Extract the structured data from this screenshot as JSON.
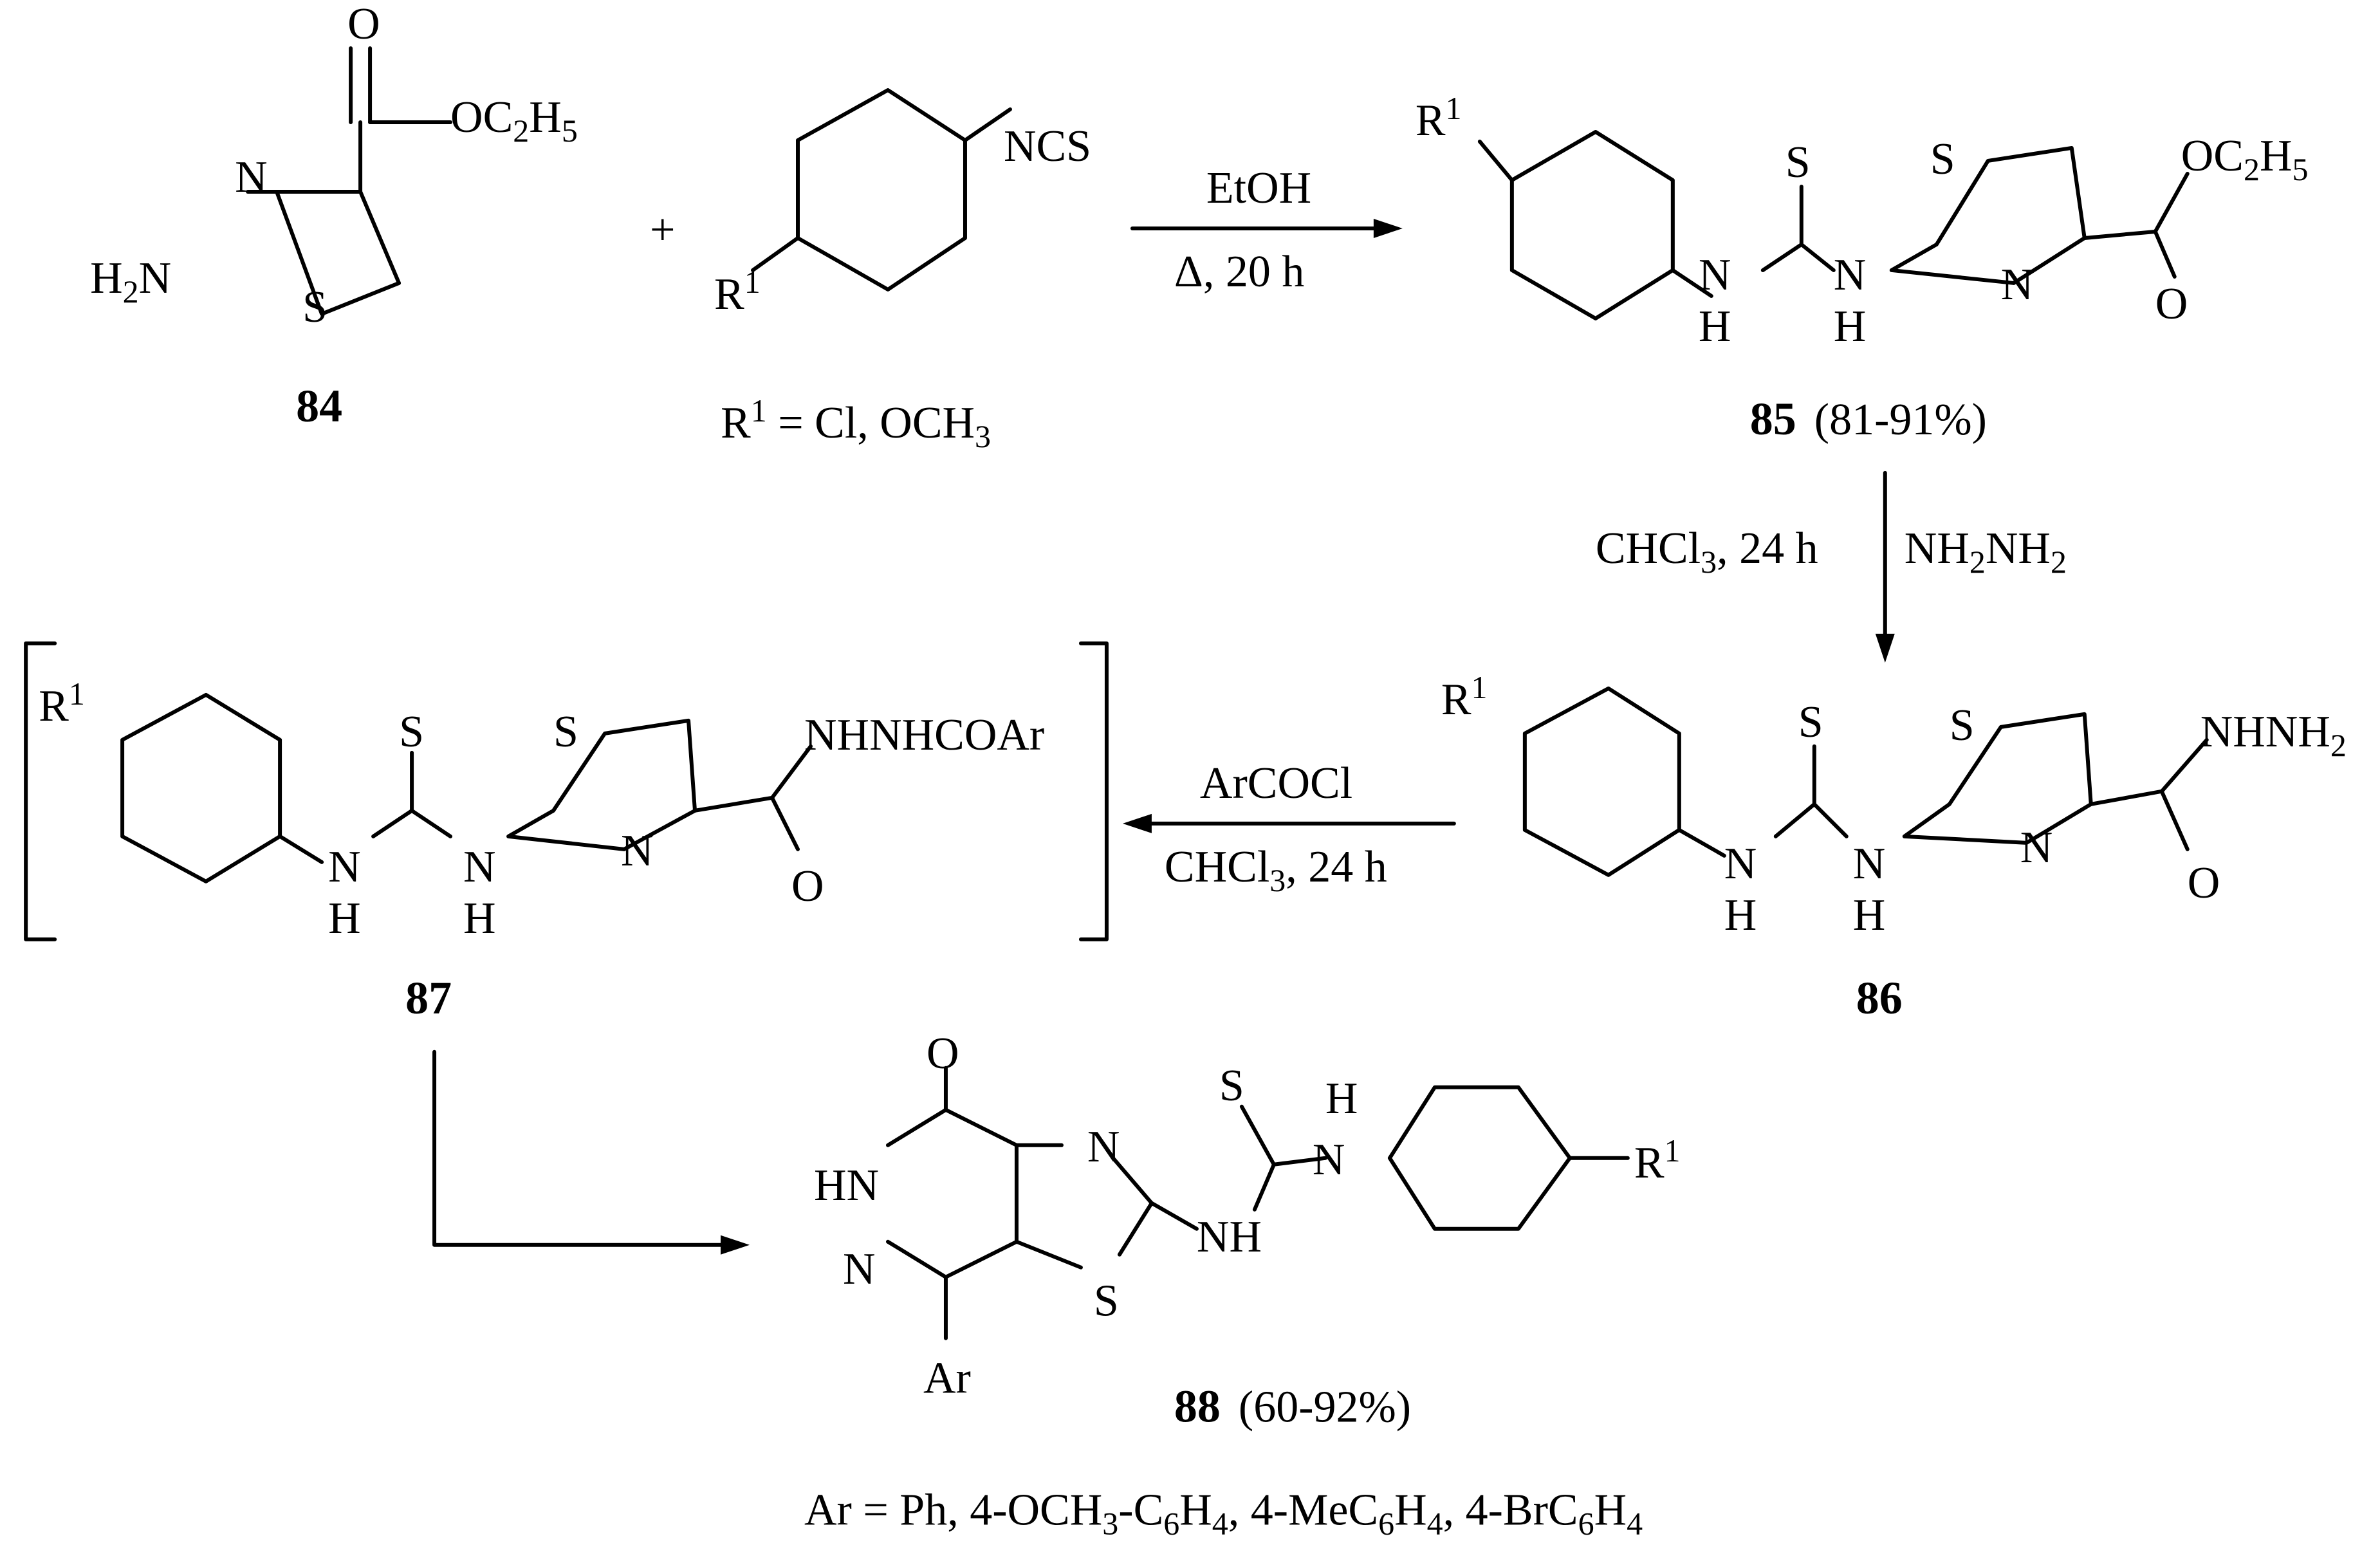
{
  "compounds": {
    "c84": {
      "number": "84",
      "ester": "OC2H5",
      "amine": "H2N"
    },
    "isothiocyanate": {
      "group": "NCS",
      "substituent": "R1",
      "r_definition": "R1 = Cl, OCH3"
    },
    "c85": {
      "number": "85",
      "yield": "(81-91%)"
    },
    "c86": {
      "number": "86",
      "terminal": "NHNH2"
    },
    "c87": {
      "number": "87",
      "terminal": "NHNHCOAr"
    },
    "c88": {
      "number": "88",
      "yield": "(60-92%)",
      "ar_definition": "Ar = Ph, 4-OCH3-C6H4, 4-MeC6H4, 4-BrC6H4"
    }
  },
  "reagents": {
    "step1": {
      "plus": "+",
      "top": "EtOH",
      "bottom": "Δ, 20 h"
    },
    "step2": {
      "left": "CHCl3, 24 h",
      "right": "NH2NH2"
    },
    "step3": {
      "top": "ArCOCl",
      "bottom": "CHCl3, 24 h"
    }
  },
  "atoms": {
    "N": "N",
    "S": "S",
    "O": "O",
    "H": "H",
    "NH": "NH",
    "HN": "HN",
    "Ar": "Ar",
    "R1": "R1"
  }
}
